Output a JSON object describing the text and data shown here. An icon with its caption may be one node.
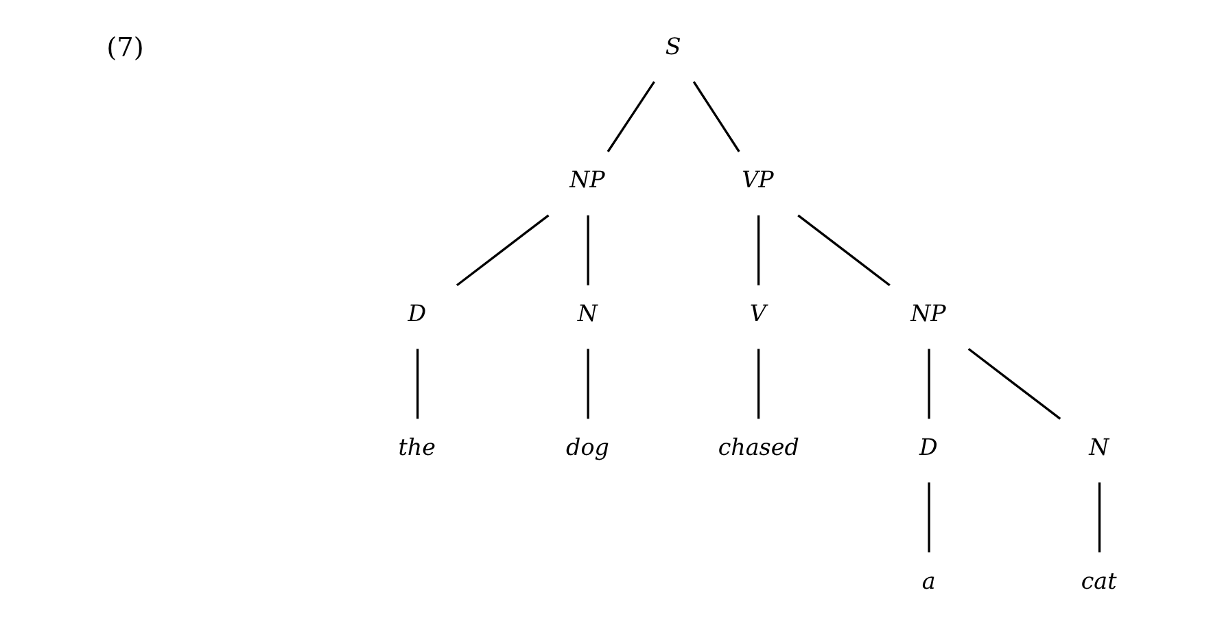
{
  "diagram": {
    "nodes": [
      {
        "text": [
          "S"
        ]
      },
      {
        "text": [
          "NP"
        ]
      },
      {
        "text": [
          "VP"
        ]
      },
      {
        "text": [
          "D"
        ]
      },
      {
        "text": [
          "N"
        ]
      },
      {
        "text": [
          "V"
        ]
      },
      {
        "text": [
          "NP"
        ]
      },
      {
        "text": [
          "the"
        ]
      },
      {
        "text": [
          "dog"
        ]
      },
      {
        "text": [
          "chased"
        ]
      },
      {
        "text": [
          "D"
        ]
      },
      {
        "text": [
          "N"
        ]
      },
      {
        "text": [
          "a"
        ]
      },
      {
        "text": [
          "cat"
        ]
      }
    ],
    "edges": [
      {
        "from": 0,
        "to": 1,
        "arrow": "none"
      },
      {
        "from": 0,
        "to": 2,
        "arrow": "none"
      },
      {
        "from": 1,
        "to": 3,
        "arrow": "none"
      },
      {
        "from": 1,
        "to": 4,
        "arrow": "none"
      },
      {
        "from": 2,
        "to": 5,
        "arrow": "none"
      },
      {
        "from": 2,
        "to": 6,
        "arrow": "none"
      },
      {
        "from": 3,
        "to": 7,
        "arrow": "none"
      },
      {
        "from": 4,
        "to": 8,
        "arrow": "none"
      },
      {
        "from": 5,
        "to": 9,
        "arrow": "none"
      },
      {
        "from": 6,
        "to": 10,
        "arrow": "none"
      },
      {
        "from": 6,
        "to": 11,
        "arrow": "none"
      },
      {
        "from": 10,
        "to": 12,
        "arrow": "none"
      },
      {
        "from": 11,
        "to": 13,
        "arrow": "none"
      }
    ],
    "labels": [
      "(7)"
    ]
  }
}
